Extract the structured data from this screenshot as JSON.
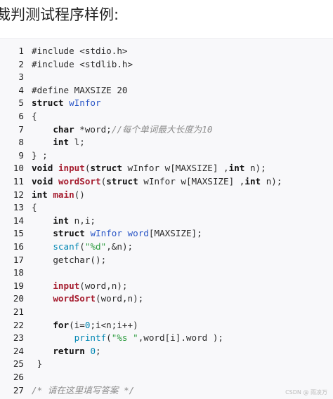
{
  "heading": "裁判测试程序样例:",
  "watermark": "CSDN @ 雨凌万",
  "code_lines": [
    {
      "n": "1",
      "t": "#include <stdio.h>"
    },
    {
      "n": "2",
      "t": "#include <stdlib.h>"
    },
    {
      "n": "3",
      "t": ""
    },
    {
      "n": "4",
      "t": "#define MAXSIZE 20"
    },
    {
      "n": "5",
      "t": "struct wInfor"
    },
    {
      "n": "6",
      "t": "{"
    },
    {
      "n": "7",
      "t": "    char *word;//每个单词最大长度为10"
    },
    {
      "n": "8",
      "t": "    int l;"
    },
    {
      "n": "9",
      "t": "} ;"
    },
    {
      "n": "10",
      "t": "void input(struct wInfor w[MAXSIZE] ,int n);"
    },
    {
      "n": "11",
      "t": "void wordSort(struct wInfor w[MAXSIZE] ,int n);"
    },
    {
      "n": "12",
      "t": "int main()"
    },
    {
      "n": "13",
      "t": "{"
    },
    {
      "n": "14",
      "t": "    int n,i;"
    },
    {
      "n": "15",
      "t": "    struct wInfor word[MAXSIZE];"
    },
    {
      "n": "16",
      "t": "    scanf(\"%d\",&n);"
    },
    {
      "n": "17",
      "t": "    getchar();"
    },
    {
      "n": "18",
      "t": ""
    },
    {
      "n": "19",
      "t": "    input(word,n);"
    },
    {
      "n": "20",
      "t": "    wordSort(word,n);"
    },
    {
      "n": "21",
      "t": ""
    },
    {
      "n": "22",
      "t": "    for(i=0;i<n;i++)"
    },
    {
      "n": "23",
      "t": "        printf(\"%s \",word[i].word );"
    },
    {
      "n": "24",
      "t": "    return 0;"
    },
    {
      "n": "25",
      "t": " }"
    },
    {
      "n": "26",
      "t": ""
    },
    {
      "n": "27",
      "t": "/* 请在这里填写答案 */"
    }
  ]
}
